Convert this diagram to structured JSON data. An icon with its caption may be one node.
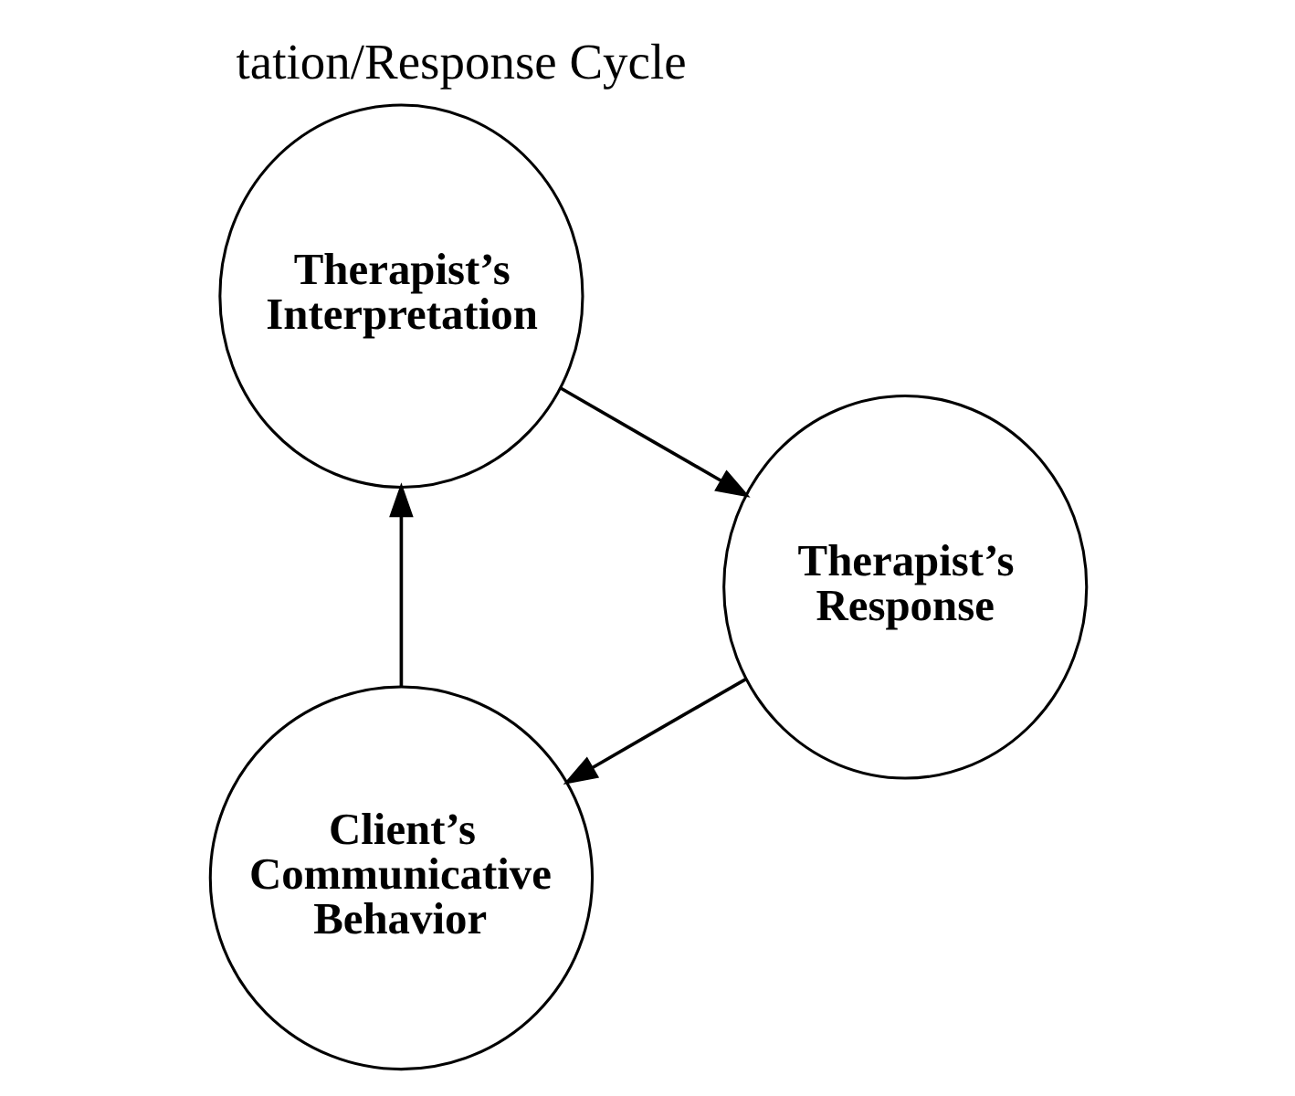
{
  "diagram": {
    "title": "tation/Response Cycle",
    "nodes": [
      {
        "text": [
          "Client’s Communicative Behavior"
        ]
      },
      {
        "text": [
          "Therapist’s Interpretation"
        ]
      },
      {
        "text": [
          "Therapist’s Response"
        ]
      }
    ],
    "edges": [
      {
        "from": 0,
        "to": 1,
        "arrow": "to"
      },
      {
        "from": 1,
        "to": 2,
        "arrow": "to"
      },
      {
        "from": 2,
        "to": 0,
        "arrow": "to"
      }
    ]
  }
}
